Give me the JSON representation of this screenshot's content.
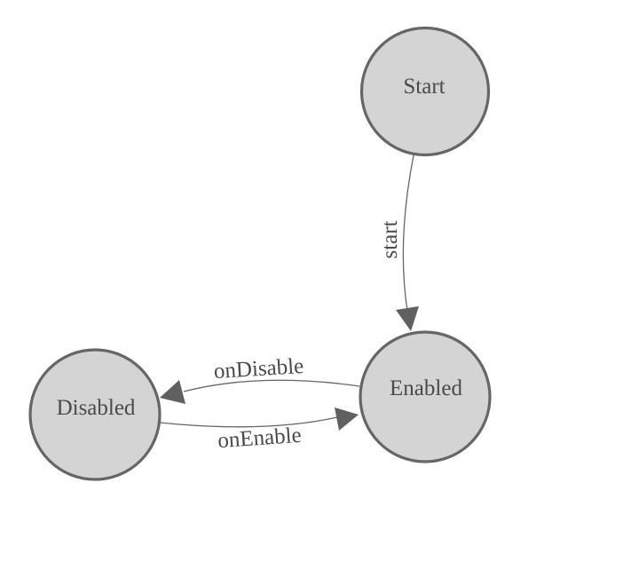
{
  "diagram": {
    "type": "state-machine",
    "colors": {
      "background": "#ffffff",
      "node_fill": "#d4d4d4",
      "node_stroke": "#666666",
      "edge_stroke": "#666666",
      "arrow_fill": "#606060",
      "label_color": "#4a4a4a"
    },
    "nodes": [
      {
        "id": "start",
        "label": "Start"
      },
      {
        "id": "enabled",
        "label": "Enabled"
      },
      {
        "id": "disabled",
        "label": "Disabled"
      }
    ],
    "edges": [
      {
        "from": "start",
        "to": "enabled",
        "label": "start"
      },
      {
        "from": "enabled",
        "to": "disabled",
        "label": "onDisable"
      },
      {
        "from": "disabled",
        "to": "enabled",
        "label": "onEnable"
      }
    ]
  }
}
